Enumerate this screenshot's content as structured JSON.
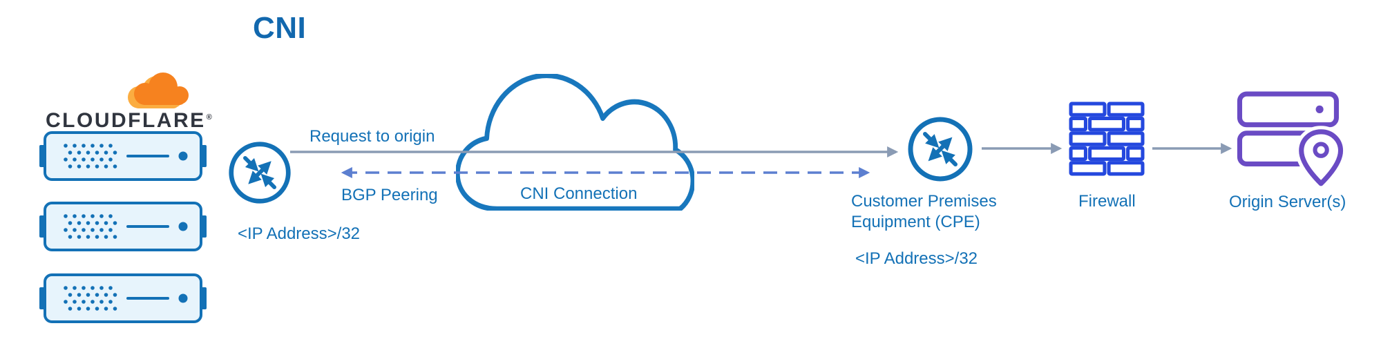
{
  "title": "CNI",
  "cloudflare": {
    "wordmark": "CLOUDFLARE",
    "registered": "®"
  },
  "edge_router": {
    "ip_label": "<IP Address>/32"
  },
  "connections": {
    "request_to_origin": "Request to origin",
    "bgp_peering": "BGP Peering",
    "cni_connection": "CNI Connection"
  },
  "cpe": {
    "name": "Customer Premises Equipment (CPE)",
    "ip_label": "<IP Address>/32"
  },
  "firewall": {
    "label": "Firewall"
  },
  "origin": {
    "label": "Origin Server(s)"
  },
  "icons": {
    "cloudflare_logo": "cloudflare-cloud-logo",
    "edge_server": "server-rack-icon",
    "router": "router-traffic-exchange-icon",
    "network_cloud": "network-cloud-icon",
    "firewall": "brick-wall-icon",
    "origin_server": "server-with-location-pin-icon"
  },
  "colors": {
    "diagram_blue": "#1371B6",
    "connector_gray_blue": "#8A9BB4",
    "dashed_blue": "#5C7FD0",
    "firewall_blue": "#2448DE",
    "origin_purple": "#6A4BC4",
    "logo_orange": "#F6821F",
    "logo_orange_light": "#FBAD41",
    "wordmark_dark": "#30353F",
    "server_fill": "#E7F4FC"
  }
}
